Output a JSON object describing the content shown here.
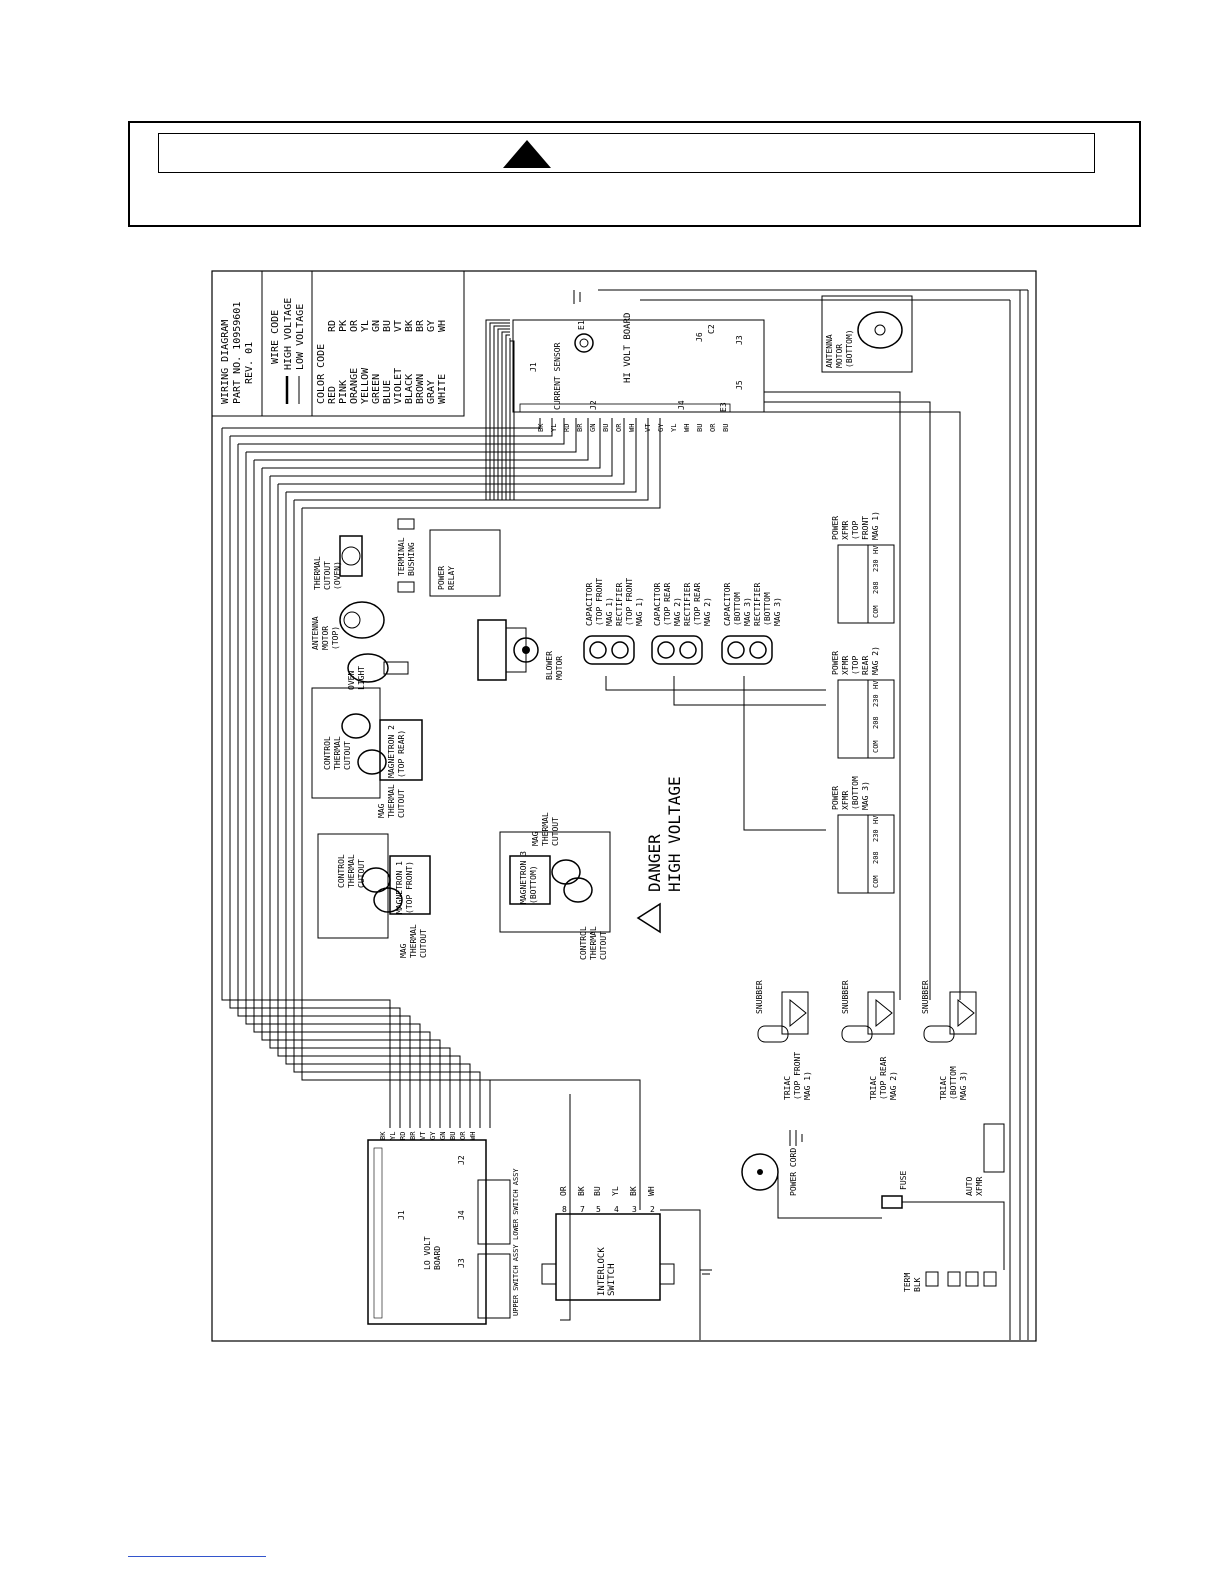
{
  "warning": {
    "icon": "warning-triangle-icon"
  },
  "title_block": {
    "title": "WIRING DIAGRAM",
    "part_no": "PART NO. 10959601",
    "rev": "REV. 01",
    "wire_code_heading": "WIRE CODE",
    "high_voltage": "HIGH VOLTAGE",
    "low_voltage": "LOW VOLTAGE",
    "color_code_heading": "COLOR CODE",
    "colors": [
      {
        "name": "RED",
        "code": "RD"
      },
      {
        "name": "PINK",
        "code": "PK"
      },
      {
        "name": "ORANGE",
        "code": "OR"
      },
      {
        "name": "YELLOW",
        "code": "YL"
      },
      {
        "name": "GREEN",
        "code": "GN"
      },
      {
        "name": "BLUE",
        "code": "BU"
      },
      {
        "name": "VIOLET",
        "code": "VT"
      },
      {
        "name": "BLACK",
        "code": "BK"
      },
      {
        "name": "BROWN",
        "code": "BR"
      },
      {
        "name": "GRAY",
        "code": "GY"
      },
      {
        "name": "WHITE",
        "code": "WH"
      }
    ]
  },
  "labels": {
    "current_sensor": "CURRENT SENSOR",
    "hi_volt_board": "HI VOLT BOARD",
    "antenna_motor_bottom": [
      "ANTENNA",
      "MOTOR",
      "(BOTTOM)"
    ],
    "thermal_cutout_oven": [
      "THERMAL",
      "CUTOUT",
      "(OVEN)"
    ],
    "terminal_bushing": [
      "TERMINAL",
      "BUSHING"
    ],
    "power_relay": [
      "POWER",
      "RELAY"
    ],
    "antenna_motor_top": [
      "ANTENNA",
      "MOTOR",
      "(TOP)"
    ],
    "oven_light": [
      "OVEN",
      "LIGHT"
    ],
    "blower_motor": [
      "BLOWER",
      "MOTOR"
    ],
    "cap_front": [
      "CAPACITOR",
      "(TOP FRONT",
      "MAG 1)",
      "RECTIFIER",
      "(TOP FRONT",
      "MAG 1)"
    ],
    "cap_rear": [
      "CAPACITOR",
      "(TOP REAR",
      "MAG 2)",
      "RECTIFIER",
      "(TOP REAR",
      "MAG 2)"
    ],
    "cap_bottom": [
      "CAPACITOR",
      "(BOTTOM",
      "MAG 3)",
      "RECTIFIER",
      "(BOTTOM",
      "MAG 3)"
    ],
    "xfmr_front": [
      "POWER",
      "XFMR",
      "(TOP",
      "FRONT",
      "MAG 1)"
    ],
    "xfmr_rear": [
      "POWER",
      "XFMR",
      "(TOP",
      "REAR",
      "MAG 2)"
    ],
    "xfmr_bottom": [
      "POWER",
      "XFMR",
      "(BOTTOM",
      "MAG 3)"
    ],
    "control_cutout": [
      "CONTROL",
      "THERMAL",
      "CUTOUT"
    ],
    "mag_cutout": [
      "MAG",
      "THERMAL",
      "CUTOUT"
    ],
    "magnetron_2": [
      "MAGNETRON 2",
      "(TOP REAR)"
    ],
    "magnetron_1": [
      "MAGNETRON 1",
      "(TOP FRONT)"
    ],
    "magnetron_3": [
      "MAGNETRON 3",
      "(BOTTOM)"
    ],
    "danger_1": "DANGER",
    "danger_2": "HIGH VOLTAGE",
    "snubber": "SNUBBER",
    "triac_front": [
      "TRIAC",
      "(TOP FRONT",
      "MAG 1)"
    ],
    "triac_rear": [
      "TRIAC",
      "(TOP REAR",
      "MAG 2)"
    ],
    "triac_bottom": [
      "TRIAC",
      "(BOTTOM",
      "MAG 3)"
    ],
    "lo_volt_board": [
      "LO VOLT",
      "BOARD"
    ],
    "upper_switch": "UPPER SWITCH ASSY",
    "lower_switch": "LOWER SWITCH ASSY",
    "interlock_switch": [
      "INTERLOCK",
      "SWITCH"
    ],
    "power_cord": "POWER CORD",
    "fuse": "FUSE",
    "auto_xfmr": [
      "AUTO",
      "XFMR"
    ],
    "term_blk": [
      "TERM",
      "BLK"
    ],
    "j1": "J1",
    "j2": "J2",
    "j3": "J3",
    "j4": "J4",
    "j5": "J5",
    "j6": "J6",
    "e1": "E1",
    "e3": "E3",
    "c2": "C2",
    "hv": "HV",
    "v230": "230",
    "v208": "208",
    "com": "COM"
  },
  "pin_labels": {
    "j2_hv": [
      "BK",
      "YL",
      "RD",
      "BR",
      "GN",
      "BU",
      "OR",
      "WH"
    ],
    "j4_hv": [
      "VT",
      "GY",
      "YL",
      "WH",
      "BU",
      "OR",
      "BU"
    ],
    "lv_j2": [
      "BK",
      "YL",
      "RD",
      "BR",
      "VT",
      "GY",
      "GN",
      "BU",
      "OR",
      "WH"
    ],
    "interlock_pins": [
      "8",
      "7",
      "5",
      "4",
      "3",
      "2"
    ],
    "interlock_wires": [
      "OR",
      "BK",
      "BU",
      "YL",
      "BK",
      "WH"
    ]
  }
}
